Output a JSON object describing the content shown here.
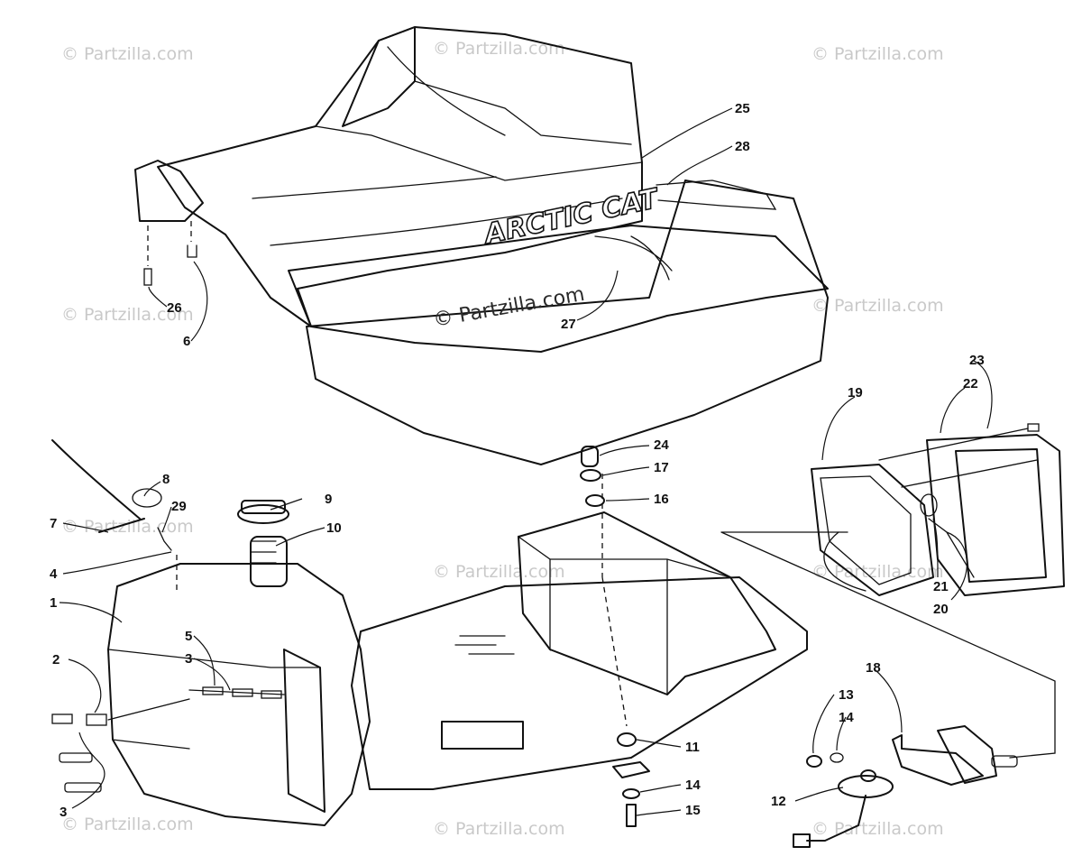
{
  "brand_text": "ARCTIC CAT",
  "center_watermark": "© Partzilla.com",
  "watermark_text": "© Partzilla.com",
  "callouts": [
    "1",
    "2",
    "3",
    "3",
    "4",
    "5",
    "6",
    "7",
    "8",
    "9",
    "10",
    "11",
    "12",
    "13",
    "14",
    "14",
    "15",
    "16",
    "17",
    "18",
    "19",
    "20",
    "21",
    "22",
    "23",
    "24",
    "25",
    "26",
    "27",
    "28",
    "29"
  ],
  "colors": {
    "ink": "#111111",
    "paper": "#ffffff",
    "watermark": "#c9c9c9"
  }
}
